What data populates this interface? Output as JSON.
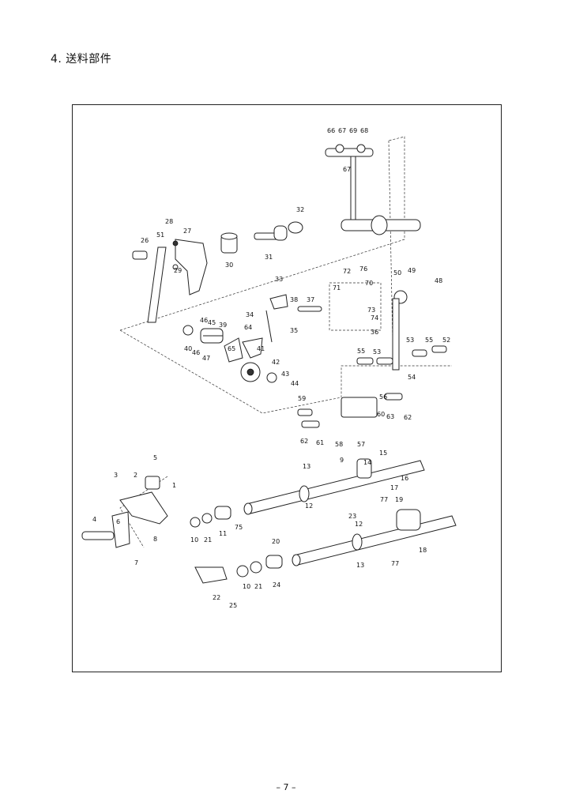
{
  "section_title": "4. 送料部件",
  "page_number": "– 7 –",
  "callouts": [
    "66",
    "67",
    "69",
    "68",
    "67",
    "32",
    "26",
    "51",
    "28",
    "27",
    "29",
    "30",
    "31",
    "33",
    "72",
    "76",
    "71",
    "70",
    "73",
    "74",
    "36",
    "38",
    "37",
    "34",
    "35",
    "50",
    "49",
    "48",
    "46",
    "45",
    "39",
    "64",
    "40",
    "46",
    "47",
    "65",
    "41",
    "42",
    "43",
    "44",
    "55",
    "53",
    "53",
    "55",
    "52",
    "59",
    "56",
    "60",
    "63",
    "62",
    "62",
    "61",
    "58",
    "57",
    "54",
    "3",
    "5",
    "2",
    "1",
    "13",
    "15",
    "14",
    "9",
    "16",
    "17",
    "12",
    "4",
    "6",
    "7",
    "8",
    "10",
    "21",
    "11",
    "75",
    "77",
    "19",
    "23",
    "12",
    "18",
    "20",
    "22",
    "25",
    "10",
    "21",
    "24",
    "13",
    "77"
  ]
}
